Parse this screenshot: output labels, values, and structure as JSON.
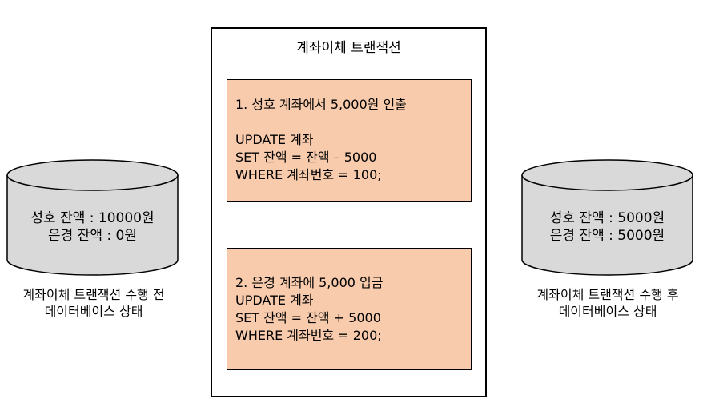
{
  "left_db": {
    "line1": "성호 잔액 : 10000원",
    "line2": "은경 잔액 : 0원",
    "caption1": "계좌이체 트랜잭션 수행 전",
    "caption2": "데이터베이스 상태"
  },
  "transaction": {
    "title": "계좌이체 트랜잭션",
    "step1": {
      "heading": "1. 성호 계좌에서 5,000원 인출",
      "blank": "",
      "sql1": "UPDATE 계좌",
      "sql2": "SET 잔액 = 잔액 – 5000",
      "sql3": "WHERE 계좌번호 = 100;"
    },
    "step2": {
      "heading": "2. 은경 계좌에 5,000 입금",
      "sql1": "UPDATE 계좌",
      "sql2": "SET 잔액 = 잔액 + 5000",
      "sql3": "WHERE 계좌번호 = 200;"
    }
  },
  "right_db": {
    "line1": "성호 잔액 : 5000원",
    "line2": "은경 잔액 : 5000원",
    "caption1": "계좌이체 트랜잭션 수행 후",
    "caption2": "데이터베이스 상태"
  },
  "colors": {
    "cylinder_fill": "#d9d9d9",
    "step_box_fill": "#f8cbad",
    "stroke": "#000000"
  }
}
